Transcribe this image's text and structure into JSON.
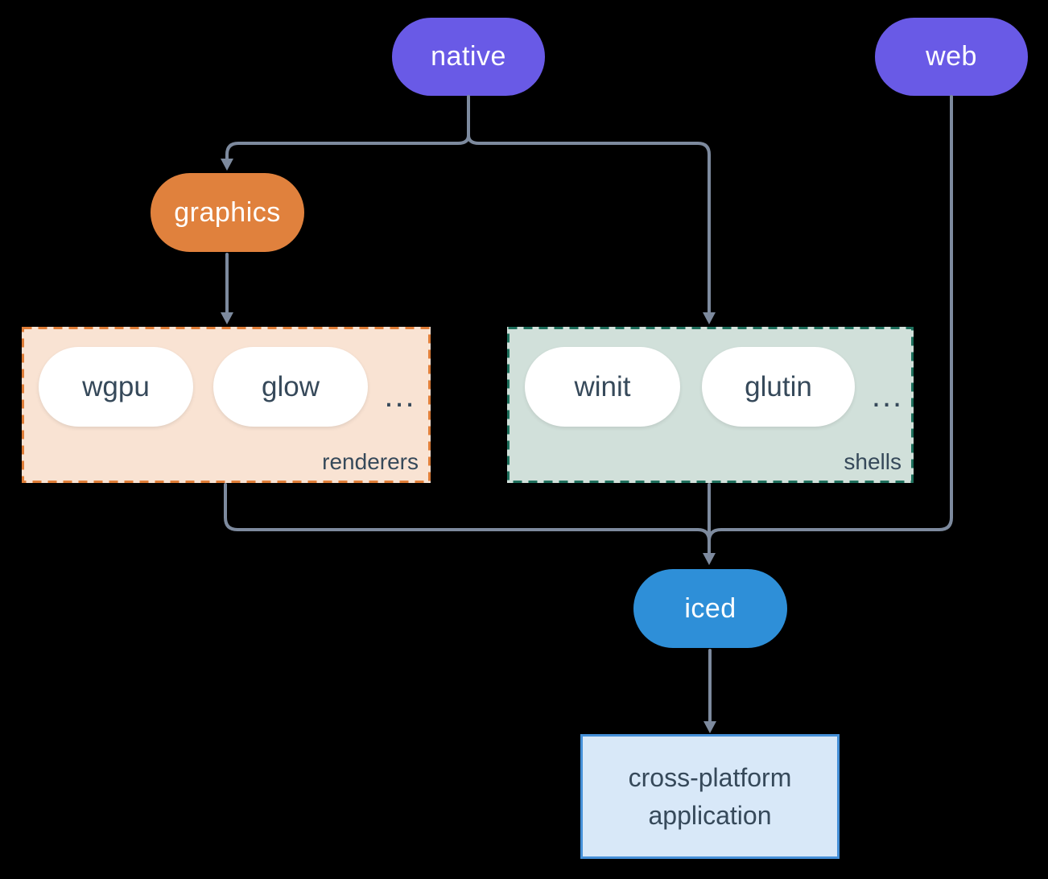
{
  "colors": {
    "background": "#000000",
    "node_purple": "#695AE6",
    "node_orange": "#E0813D",
    "node_blue": "#2E8FD8",
    "node_text": "#FFFFFF",
    "item_fill": "#FFFFFF",
    "item_text": "#36495A",
    "renderers_fill": "#F9E3D3",
    "renderers_border": "#E07E38",
    "shells_fill": "#D1E0DA",
    "shells_border": "#1E6F5C",
    "app_fill": "#D8E8F8",
    "app_border": "#4590D8",
    "connector": "#7D8A9E"
  },
  "nodes": {
    "native": {
      "label": "native"
    },
    "web": {
      "label": "web"
    },
    "graphics": {
      "label": "graphics"
    },
    "iced": {
      "label": "iced"
    },
    "application": {
      "line1": "cross-platform",
      "line2": "application"
    }
  },
  "groups": {
    "renderers": {
      "label": "renderers",
      "items": [
        "wgpu",
        "glow"
      ],
      "ellipsis": "..."
    },
    "shells": {
      "label": "shells",
      "items": [
        "winit",
        "glutin"
      ],
      "ellipsis": "..."
    }
  },
  "edges": [
    {
      "from": "native",
      "to": "graphics"
    },
    {
      "from": "native",
      "to": "shells"
    },
    {
      "from": "graphics",
      "to": "renderers"
    },
    {
      "from": "renderers",
      "to": "iced"
    },
    {
      "from": "shells",
      "to": "iced"
    },
    {
      "from": "web",
      "to": "iced"
    },
    {
      "from": "iced",
      "to": "cross-platform application"
    }
  ]
}
